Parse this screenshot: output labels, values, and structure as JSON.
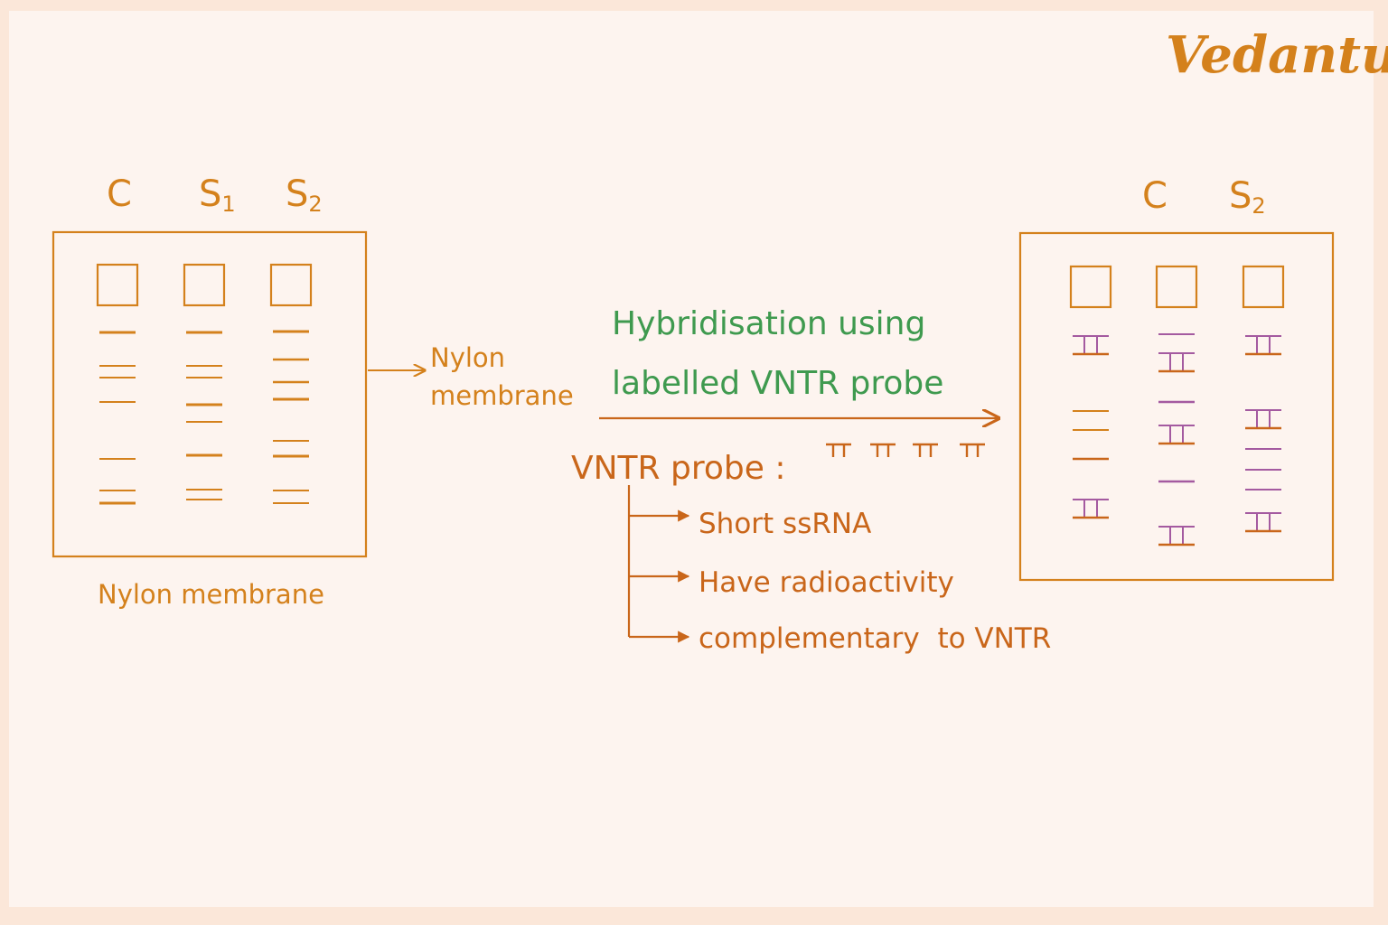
{
  "brand": "Vedantu",
  "colors": {
    "orange": "#d4811c",
    "dark_orange": "#c9661a",
    "green": "#3f9a4f",
    "purple": "#a45aa0",
    "background": "#fdf4ef",
    "border": "#fbe7d9"
  },
  "left_panel": {
    "lane_labels": [
      {
        "main": "C",
        "sub": ""
      },
      {
        "main": "S",
        "sub": "1"
      },
      {
        "main": "S",
        "sub": "2"
      }
    ],
    "caption": "Nylon membrane"
  },
  "right_panel": {
    "lane_labels": [
      {
        "main": "C",
        "sub": ""
      },
      {
        "main": "S",
        "sub": "2"
      }
    ]
  },
  "transfer_label": {
    "line1": "Nylon",
    "line2": "membrane"
  },
  "hybridisation": {
    "line1": "Hybridisation using",
    "line2": "labelled VNTR probe"
  },
  "probe": {
    "heading": "VNTR probe :",
    "points": [
      "Short ssRNA",
      "Have radioactivity",
      "complementary  to VNTR"
    ]
  }
}
